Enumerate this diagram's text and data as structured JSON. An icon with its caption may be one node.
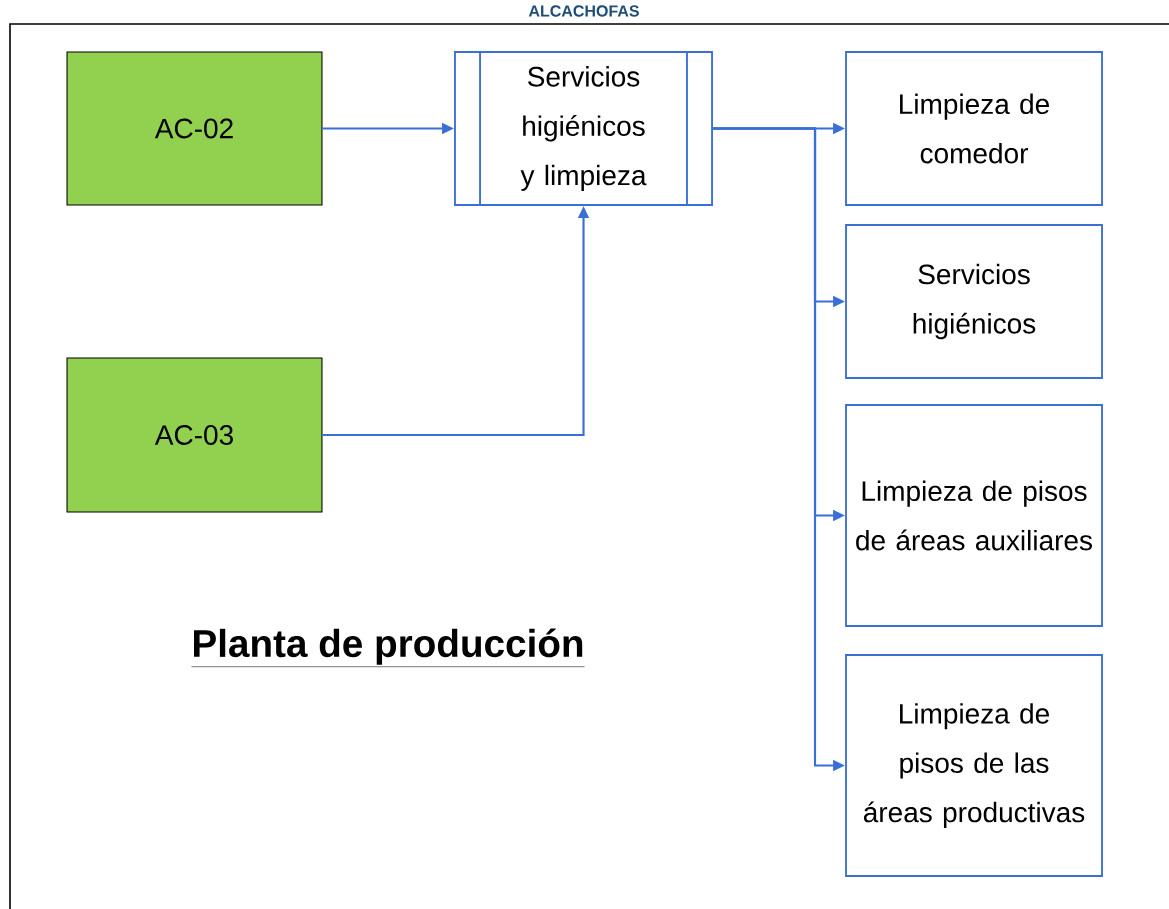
{
  "diagram": {
    "title": "ALCACHOFAS",
    "nodes": [
      {
        "text": [
          "AC-02"
        ]
      },
      {
        "text": [
          "Servicios higiénicos y limpieza"
        ]
      },
      {
        "text": [
          "AC-03"
        ]
      },
      {
        "text": [
          "Limpieza de comedor"
        ]
      },
      {
        "text": [
          "Servicios higiénicos"
        ]
      },
      {
        "text": [
          "Limpieza de pisos de áreas auxiliares"
        ]
      },
      {
        "text": [
          "Limpieza de pisos de las áreas productivas"
        ]
      }
    ],
    "edges": [
      {
        "from": 0,
        "to": 1,
        "arrow": "to"
      },
      {
        "from": 2,
        "to": 1,
        "arrow": "to"
      },
      {
        "from": 1,
        "to": 3,
        "arrow": "to"
      },
      {
        "from": 1,
        "to": 4,
        "arrow": "to"
      },
      {
        "from": 1,
        "to": 5,
        "arrow": "to"
      },
      {
        "from": 1,
        "to": 6,
        "arrow": "to"
      }
    ],
    "labels": [
      "Planta de producción"
    ]
  }
}
